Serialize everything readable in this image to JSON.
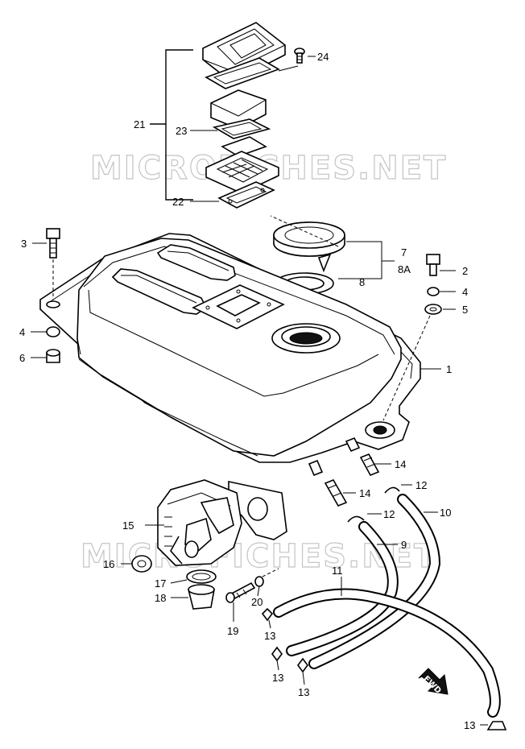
{
  "watermark": "MICROFICHES.NET",
  "fwd_label": "FWD",
  "callouts": {
    "p1": "1",
    "p2": "2",
    "p3": "3",
    "p4a": "4",
    "p4b": "4",
    "p5": "5",
    "p6": "6",
    "p7": "7",
    "p8a": "8",
    "p8A": "8A",
    "p9": "9",
    "p10": "10",
    "p11": "11",
    "p12a": "12",
    "p12b": "12",
    "p13a": "13",
    "p13b": "13",
    "p13c": "13",
    "p13d": "13",
    "p14a": "14",
    "p14b": "14",
    "p15": "15",
    "p16": "16",
    "p17": "17",
    "p18": "18",
    "p19": "19",
    "p20": "20",
    "p21": "21",
    "p22": "22",
    "p23": "23",
    "p24": "24"
  }
}
